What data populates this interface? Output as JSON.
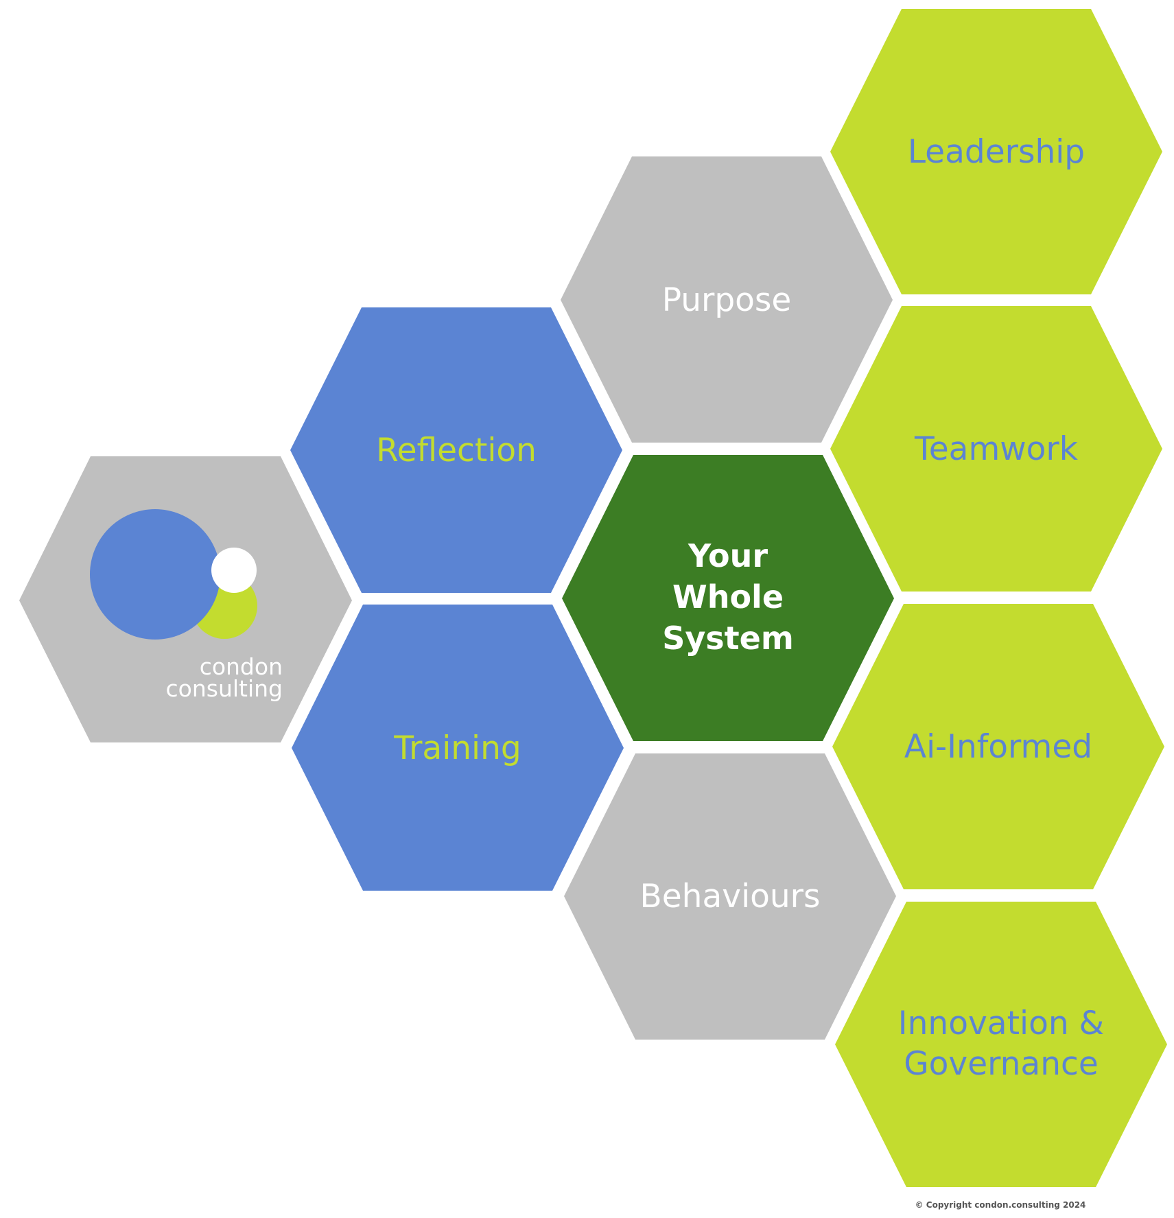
{
  "colors": {
    "gray": "#bfbfbf",
    "blue": "#5b84d3",
    "lime": "#c3dc2f",
    "dark_green": "#3c7d24",
    "white": "#ffffff",
    "copyright_text": "#555555"
  },
  "logo": {
    "line1": "condon",
    "line2": "consulting"
  },
  "hexagons": {
    "reflection": "Reflection",
    "training": "Training",
    "purpose": "Purpose",
    "behaviours": "Behaviours",
    "center_line1": "Your",
    "center_line2": "Whole",
    "center_line3": "System",
    "leadership": "Leadership",
    "teamwork": "Teamwork",
    "ai_informed": "Ai-Informed",
    "innovation_line1": "Innovation &",
    "innovation_line2": "Governance"
  },
  "copyright": "© Copyright condon.consulting 2024"
}
